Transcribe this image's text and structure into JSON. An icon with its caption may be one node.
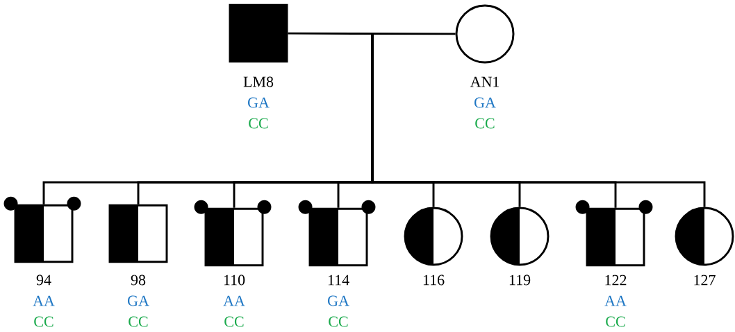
{
  "diagram": {
    "nodes": [
      {
        "text": [],
        "shape": "box",
        "beside": [
          "LM8",
          "GA",
          "CC"
        ]
      },
      {
        "text": [],
        "shape": "circle",
        "beside": [
          "AN1",
          "GA",
          "CC"
        ]
      },
      {
        "text": [],
        "shape": "box",
        "beside": [
          "94",
          "AA",
          "CC"
        ]
      },
      {
        "text": [],
        "shape": "box",
        "beside": [
          "98",
          "GA",
          "CC"
        ]
      },
      {
        "text": [],
        "shape": "box",
        "beside": [
          "110",
          "AA",
          "CC"
        ]
      },
      {
        "text": [],
        "shape": "box",
        "beside": [
          "114",
          "GA",
          "CC"
        ]
      },
      {
        "text": [],
        "shape": "circle",
        "beside": [
          "116"
        ]
      },
      {
        "text": [],
        "shape": "circle",
        "beside": [
          "119"
        ]
      },
      {
        "text": [],
        "shape": "box",
        "beside": [
          "122",
          "AA",
          "CC"
        ]
      },
      {
        "text": [],
        "shape": "circle",
        "beside": [
          "127"
        ]
      }
    ],
    "edges": [
      {
        "from": 0,
        "to": 1,
        "arrow": "none"
      },
      {
        "from": null,
        "to": 2,
        "arrow": "none"
      },
      {
        "from": null,
        "to": 3,
        "arrow": "none"
      },
      {
        "from": null,
        "to": 4,
        "arrow": "none"
      },
      {
        "from": null,
        "to": 5,
        "arrow": "none"
      },
      {
        "from": null,
        "to": 6,
        "arrow": "none"
      },
      {
        "from": null,
        "to": 7,
        "arrow": "none"
      },
      {
        "from": null,
        "to": 8,
        "arrow": "none"
      },
      {
        "from": null,
        "to": 9,
        "arrow": "none"
      }
    ]
  }
}
